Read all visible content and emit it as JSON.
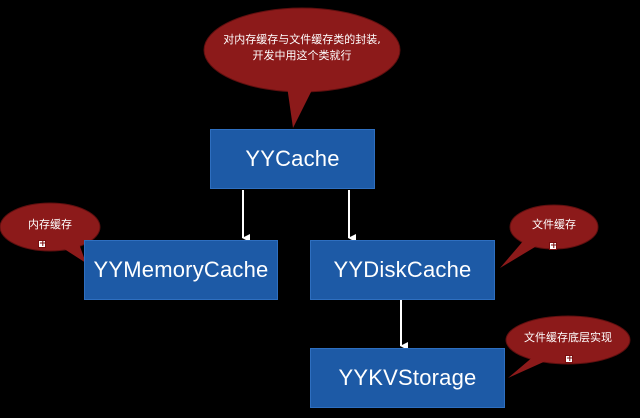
{
  "nodes": {
    "yycache": "YYCache",
    "memory": "YYMemoryCache",
    "disk": "YYDiskCache",
    "kv": "YYKVStorage"
  },
  "notes": {
    "top_line1": "对内存缓存与文件缓存类的封装,",
    "top_line2": "开发中用这个类就行",
    "memory": "内存缓存",
    "disk": "文件缓存",
    "kv": "文件缓存底层实现"
  },
  "colors": {
    "background": "#000000",
    "box_fill": "#1d5aa6",
    "bubble_fill": "#8c1a1a",
    "arrow": "#ffffff",
    "text": "#ffffff"
  }
}
